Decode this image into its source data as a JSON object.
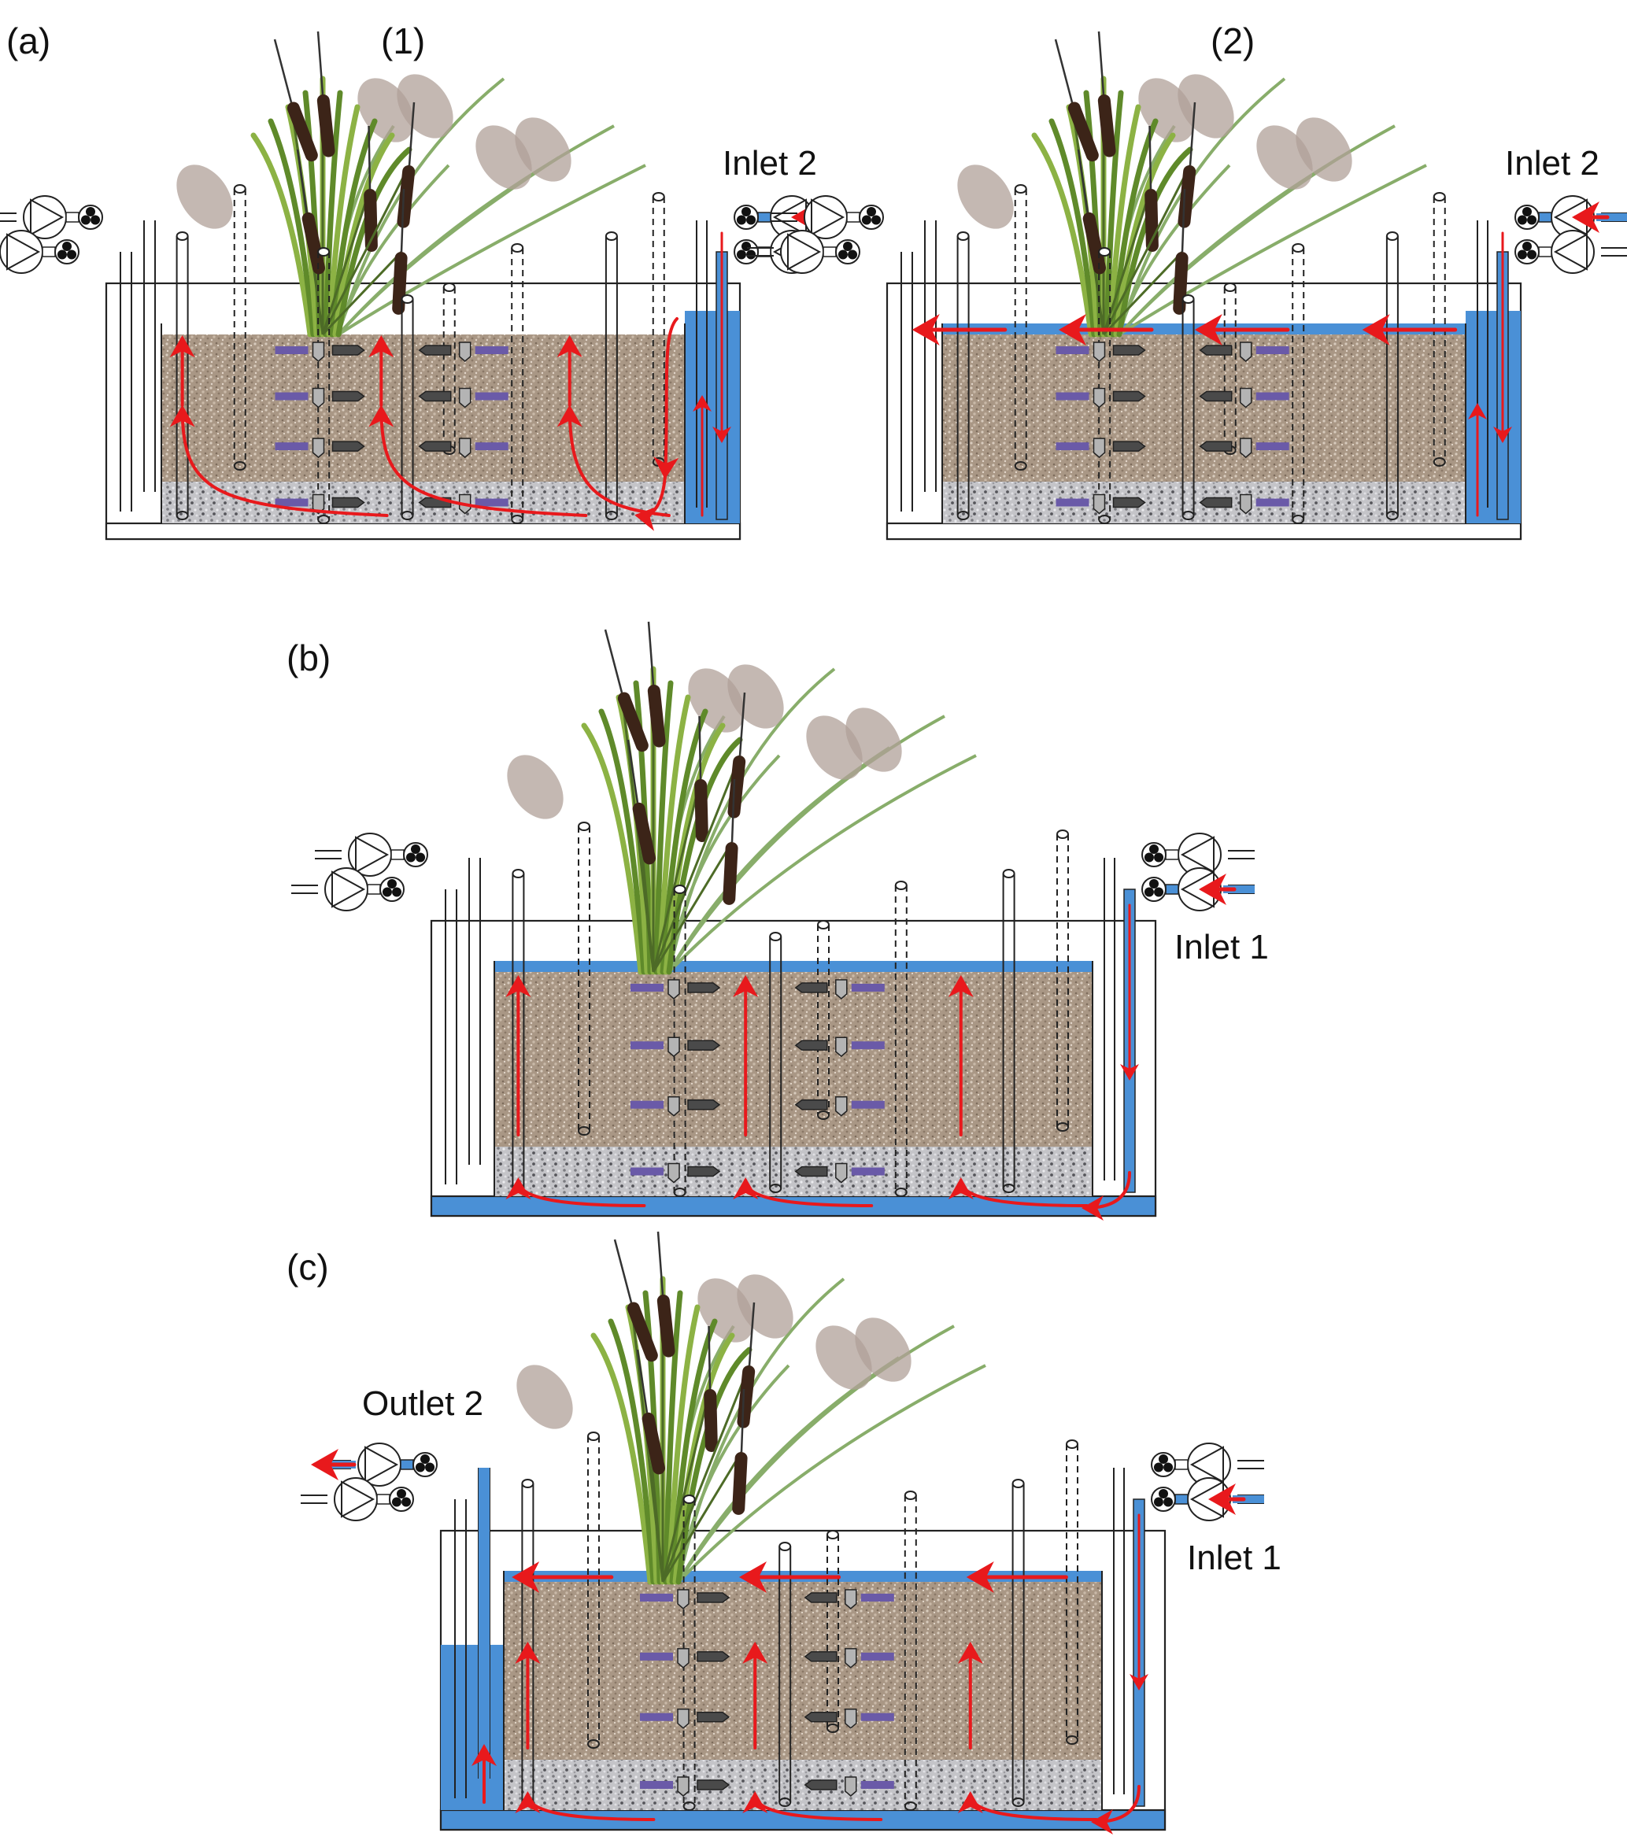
{
  "figure": {
    "panels": [
      {
        "id": "a1",
        "panel_label": "(a)",
        "sub_label": "(1)",
        "port_label": "Inlet 2",
        "active_port": "inlet-2",
        "flow_mode": "downflow-then-upflow",
        "surface_water": false,
        "bottom_channel_water": false,
        "left_chamber_water": false,
        "right_chamber_water": true
      },
      {
        "id": "a2",
        "panel_label": "",
        "sub_label": "(2)",
        "port_label": "Inlet 2",
        "active_port": "inlet-2",
        "flow_mode": "surface-flow-right-to-left",
        "surface_water": true,
        "bottom_channel_water": false,
        "left_chamber_water": false,
        "right_chamber_water": true
      },
      {
        "id": "b",
        "panel_label": "(b)",
        "sub_label": "",
        "port_label": "Inlet 1",
        "active_port": "inlet-1",
        "flow_mode": "upflow-from-bottom",
        "surface_water": true,
        "bottom_channel_water": true,
        "left_chamber_water": false,
        "right_chamber_water": false
      },
      {
        "id": "c",
        "panel_label": "(c)",
        "sub_label": "",
        "port_label": "Inlet 1",
        "outlet_label": "Outlet 2",
        "active_port": "inlet-1",
        "flow_mode": "upflow-then-surface-to-outlet",
        "surface_water": true,
        "bottom_channel_water": true,
        "left_chamber_water": true,
        "right_chamber_water": false
      }
    ],
    "components": {
      "plants": [
        "cattail",
        "common-reed"
      ],
      "media_layers": [
        "gravel-substrate",
        "coarse-gravel-drainage"
      ],
      "sensors": [
        "electrode-probe",
        "sampling-port"
      ],
      "pipes": [
        "piezometer-tube",
        "sampling-tube-dashed"
      ],
      "pumps_per_side": 2,
      "valves_per_side": 2
    },
    "colors": {
      "water": "#4a90d6",
      "flow_arrow": "#e8191c",
      "substrate": "#a89684",
      "drainage": "#c8c8cc",
      "probe_purple": "#6a5aa8",
      "probe_dark": "#4a4a4a",
      "probe_light": "#b4b4b4",
      "plant_green": "#6e9a34",
      "cattail_brown": "#3c2418",
      "reed_plume": "#b0a098"
    }
  }
}
